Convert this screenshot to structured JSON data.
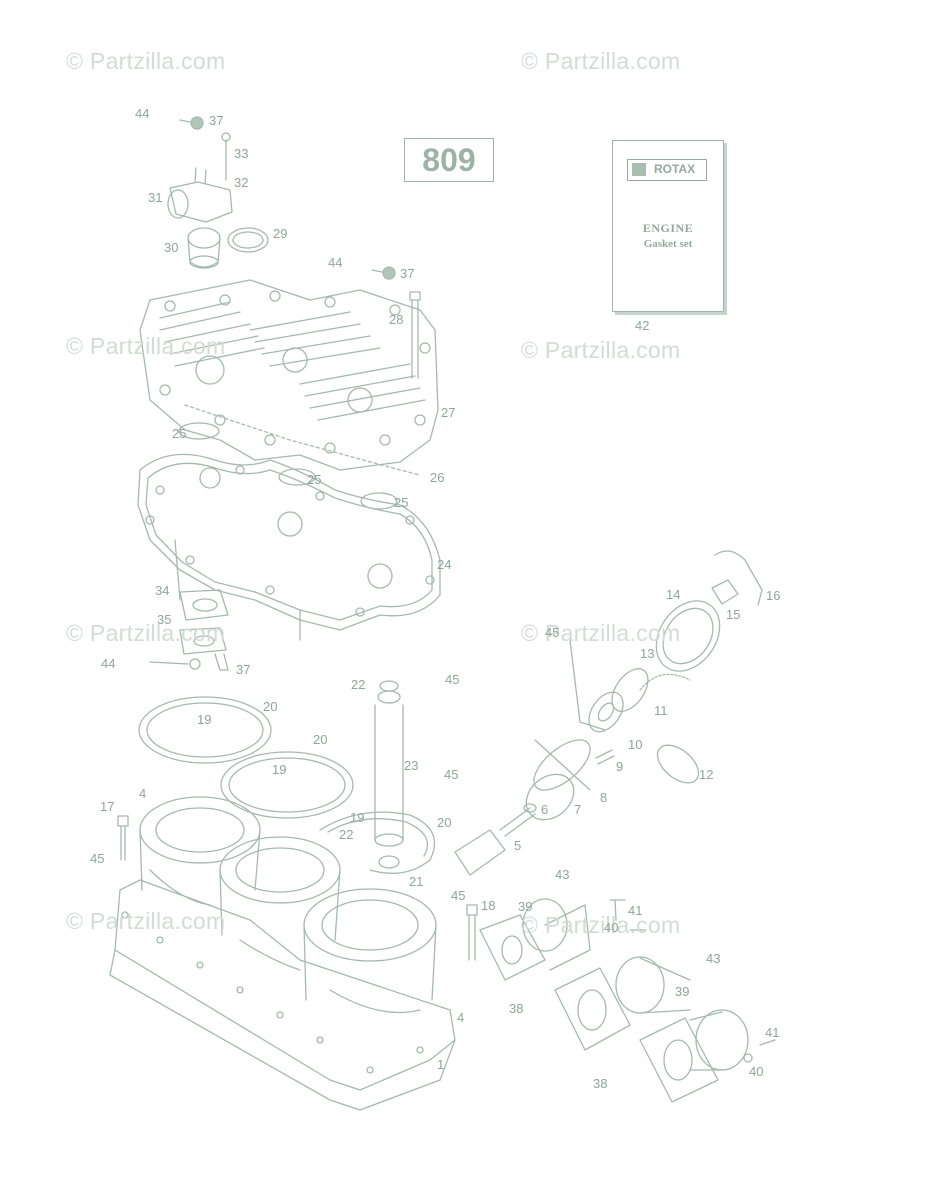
{
  "diagram": {
    "code": "809",
    "kit": {
      "brand": "ROTAX",
      "line1": "ENGINE",
      "line2": "Gasket set"
    },
    "watermark": "© Partzilla.com",
    "labels": [
      {
        "id": "44a",
        "text": "44"
      },
      {
        "id": "37a",
        "text": "37"
      },
      {
        "id": "33",
        "text": "33"
      },
      {
        "id": "32",
        "text": "32"
      },
      {
        "id": "31",
        "text": "31"
      },
      {
        "id": "30",
        "text": "30"
      },
      {
        "id": "29",
        "text": "29"
      },
      {
        "id": "44b",
        "text": "44"
      },
      {
        "id": "37b",
        "text": "37"
      },
      {
        "id": "28",
        "text": "28"
      },
      {
        "id": "27",
        "text": "27"
      },
      {
        "id": "25a",
        "text": "25"
      },
      {
        "id": "25b",
        "text": "25"
      },
      {
        "id": "25c",
        "text": "25"
      },
      {
        "id": "26",
        "text": "26"
      },
      {
        "id": "24",
        "text": "24"
      },
      {
        "id": "34",
        "text": "34"
      },
      {
        "id": "35",
        "text": "35"
      },
      {
        "id": "44c",
        "text": "44"
      },
      {
        "id": "37c",
        "text": "37"
      },
      {
        "id": "22a",
        "text": "22"
      },
      {
        "id": "45a",
        "text": "45"
      },
      {
        "id": "20a",
        "text": "20"
      },
      {
        "id": "19a",
        "text": "19"
      },
      {
        "id": "20b",
        "text": "20"
      },
      {
        "id": "19b",
        "text": "19"
      },
      {
        "id": "23",
        "text": "23"
      },
      {
        "id": "45b",
        "text": "45"
      },
      {
        "id": "17",
        "text": "17"
      },
      {
        "id": "4a",
        "text": "4"
      },
      {
        "id": "45c",
        "text": "45"
      },
      {
        "id": "19c",
        "text": "19"
      },
      {
        "id": "20c",
        "text": "20"
      },
      {
        "id": "22b",
        "text": "22"
      },
      {
        "id": "21",
        "text": "21"
      },
      {
        "id": "45d",
        "text": "45"
      },
      {
        "id": "18",
        "text": "18"
      },
      {
        "id": "4b",
        "text": "4"
      },
      {
        "id": "1",
        "text": "1"
      },
      {
        "id": "16",
        "text": "16"
      },
      {
        "id": "14",
        "text": "14"
      },
      {
        "id": "15",
        "text": "15"
      },
      {
        "id": "45e",
        "text": "45"
      },
      {
        "id": "13",
        "text": "13"
      },
      {
        "id": "11",
        "text": "11"
      },
      {
        "id": "10",
        "text": "10"
      },
      {
        "id": "12",
        "text": "12"
      },
      {
        "id": "9",
        "text": "9"
      },
      {
        "id": "8",
        "text": "8"
      },
      {
        "id": "6",
        "text": "6"
      },
      {
        "id": "7",
        "text": "7"
      },
      {
        "id": "5",
        "text": "5"
      },
      {
        "id": "43a",
        "text": "43"
      },
      {
        "id": "39a",
        "text": "39"
      },
      {
        "id": "41a",
        "text": "41"
      },
      {
        "id": "40a",
        "text": "40"
      },
      {
        "id": "38a",
        "text": "38"
      },
      {
        "id": "43b",
        "text": "43"
      },
      {
        "id": "39b",
        "text": "39"
      },
      {
        "id": "41b",
        "text": "41"
      },
      {
        "id": "40b",
        "text": "40"
      },
      {
        "id": "38b",
        "text": "38"
      },
      {
        "id": "42",
        "text": "42"
      }
    ]
  }
}
